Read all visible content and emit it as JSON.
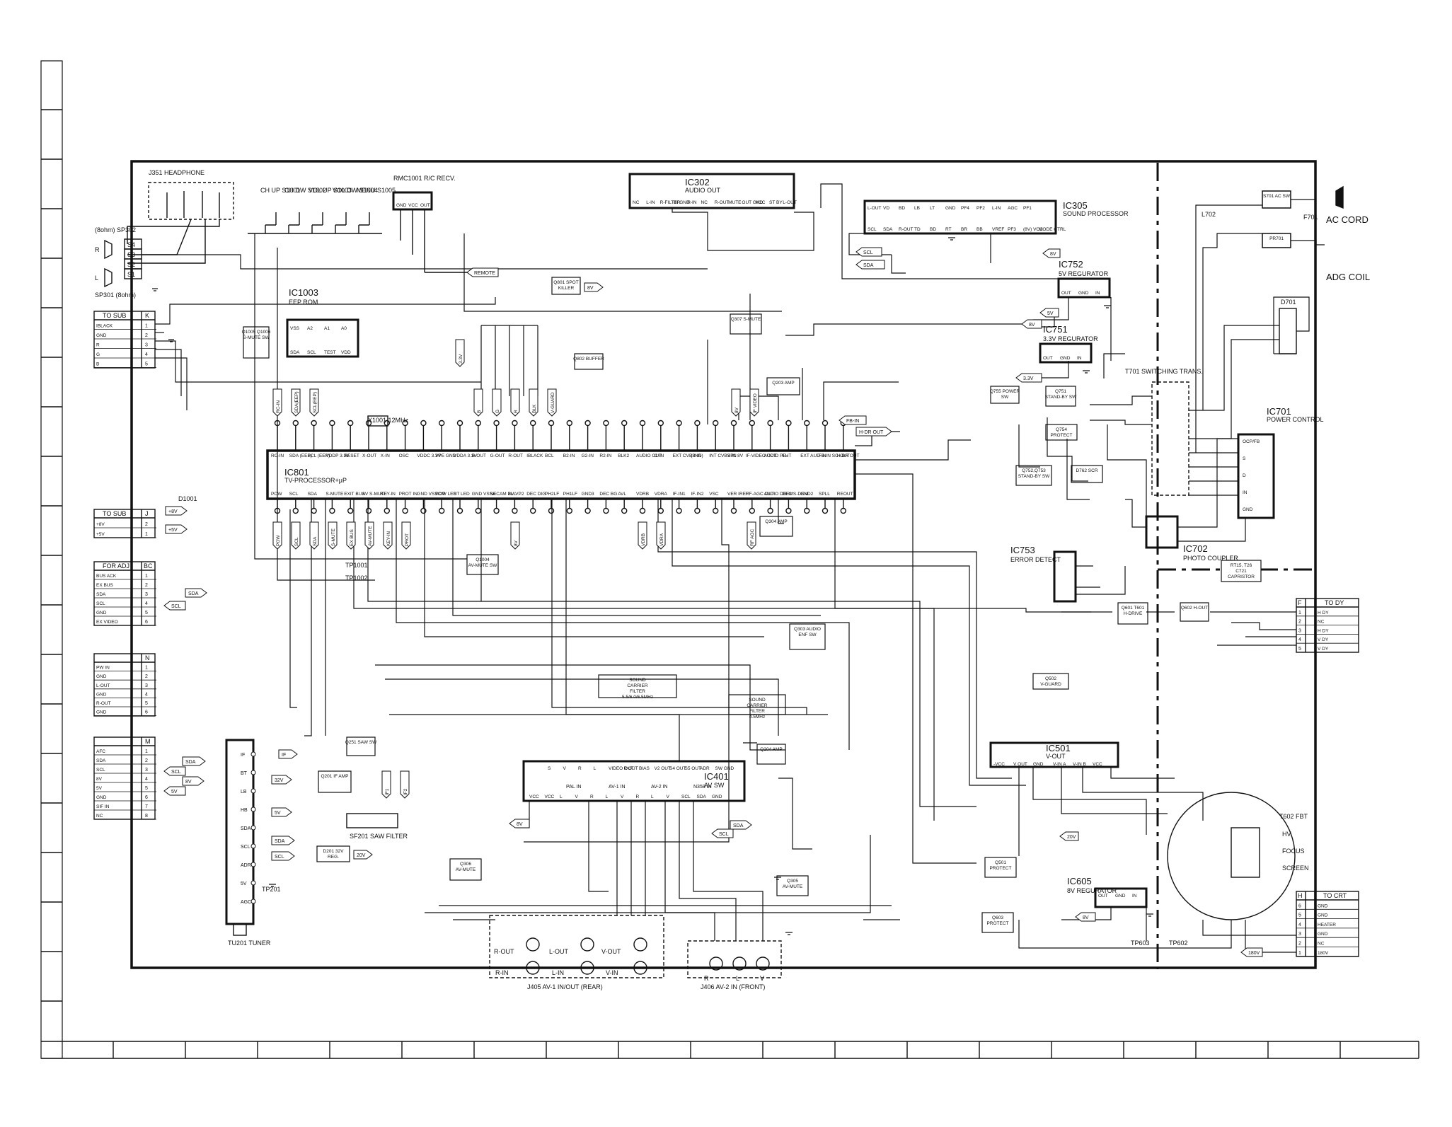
{
  "ics": {
    "ic302": {
      "name": "IC302",
      "desc": "AUDIO OUT",
      "pins": [
        "NC",
        "L-IN",
        "R-FILTER",
        "IN GND",
        "R-IN",
        "NC",
        "R-OUT",
        "MUTE",
        "OUT GND",
        "VCC",
        "ST BY",
        "L-OUT"
      ]
    },
    "ic305": {
      "name": "IC305",
      "desc": "SOUND PROCESSOR",
      "top_pins": [
        "L-OUT",
        "VD",
        "BD",
        "LB",
        "LT",
        "GND",
        "PF4",
        "PF2",
        "L-IN",
        "AGC",
        "PF1"
      ],
      "bottom_pins": [
        "SCL",
        "SDA",
        "R-OUT",
        "TD",
        "BD",
        "RT",
        "BR",
        "BB",
        "VREF",
        "PF3",
        "(8V) VCC",
        "MODE CTRL"
      ]
    },
    "ic1003": {
      "name": "IC1003",
      "desc": "EEP ROM",
      "top_pins": [
        "VSS",
        "A2",
        "A1",
        "A0"
      ],
      "bottom_pins": [
        "SDA",
        "SCL",
        "TEST",
        "VDD"
      ]
    },
    "ic801": {
      "name": "IC801",
      "desc": "TV-PROCESSOR+μP",
      "top_pins": [
        "RC-IN",
        "SDA (EEP)",
        "SCL (EEP)",
        "VDDP 3.3V",
        "RESET",
        "X-OUT",
        "X-IN",
        "OSC",
        "VDDC 3.3V",
        "VPE GND",
        "VDDA 3.3V",
        "B-OUT",
        "G-OUT",
        "R-OUT",
        "IBLACK",
        "BCL",
        "B2-IN",
        "G2-IN",
        "R2-IN",
        "BLK2",
        "AUDIO OUT",
        "C-IN",
        "EXT CVBS-IN",
        "(8ND)",
        "INT CVBS-IN",
        "VP1 8V",
        "IF-VIDEO OUT",
        "AUDIO PLL",
        "EHT",
        "EXT AUD-IN",
        "FB-IN SC-OUT",
        "H-DR OUT"
      ],
      "bottom_pins": [
        "POW",
        "SCL",
        "SDA",
        "S-MUTE",
        "EXIT BUS",
        "AV S-MUTE",
        "KEY-IN",
        "PROT IN",
        "GND VSSC/P",
        "POW LED",
        "ST LED",
        "GND VSSA",
        "SECAM PLL",
        "8V VP2",
        "DEC DIG",
        "PH2LF",
        "PH1LF",
        "GND3",
        "DEC BG",
        "AVL",
        "VDRB",
        "VDRA",
        "IF-IN1",
        "IF-IN2",
        "VSC",
        "VER IREF",
        "RF-AGC OUT",
        "AUDIO DEEM",
        "DEC S-DEM",
        "GND2",
        "SPLL",
        "REOUT"
      ]
    },
    "ic401": {
      "name": "IC401",
      "desc": "AV SW",
      "top_pins": [
        "S",
        "V",
        "R",
        "L",
        "VIDEO OUT",
        "R OUT",
        "BIAS",
        "V2 OUT",
        "S4 OUT",
        "S5 OUT",
        "ADR",
        "SW GND"
      ],
      "bottom_pins": [
        "VCC",
        "VCC",
        "L",
        "V",
        "R",
        "L",
        "V",
        "R",
        "L",
        "V",
        "SCL",
        "SDA",
        "GND"
      ],
      "groups": [
        "PAL IN",
        "AV-1 IN",
        "AV-2 IN",
        "N358 IN"
      ]
    },
    "ic501": {
      "name": "IC501",
      "desc": "V-OUT",
      "pins": [
        "-VCC",
        "V OUT",
        "GND",
        "V-IN A",
        "V-IN B",
        "VCC"
      ]
    },
    "ic752": {
      "name": "IC752",
      "desc": "5V REGURATOR",
      "pins": [
        "OUT",
        "GND",
        "IN"
      ]
    },
    "ic751": {
      "name": "IC751",
      "desc": "3.3V REGURATOR",
      "pins": [
        "OUT",
        "GND",
        "IN"
      ]
    },
    "ic605": {
      "name": "IC605",
      "desc": "8V REGURATOR",
      "pins": [
        "OUT",
        "GND",
        "IN"
      ]
    },
    "ic701": {
      "name": "IC701",
      "desc": "POWER CONTROL",
      "pins": [
        "OCP/FB",
        "S",
        "D",
        "IN",
        "GND"
      ]
    },
    "ic702": {
      "name": "IC702",
      "desc": "PHOTO COUPLER"
    },
    "ic753": {
      "name": "IC753",
      "desc": "ERROR DETECT"
    }
  },
  "blocks": [
    {
      "id": "q801",
      "label": "Q801 SPOT KILLER"
    },
    {
      "id": "q307",
      "label": "Q307 S-MUTE"
    },
    {
      "id": "q802",
      "label": "Q802 BUFFER"
    },
    {
      "id": "q203",
      "label": "Q203 AMP"
    },
    {
      "id": "q1005",
      "label": "Q1005 Q1006 S-MUTE SW"
    },
    {
      "id": "q755",
      "label": "Q755 POWER SW"
    },
    {
      "id": "q751",
      "label": "Q751 STAND-BY SW"
    },
    {
      "id": "q754",
      "label": "Q754 PROTECT"
    },
    {
      "id": "q752",
      "label": "Q752,Q753 STAND-BY SW"
    },
    {
      "id": "d762",
      "label": "D762 SCR"
    },
    {
      "id": "q304",
      "label": "Q304 AMP"
    },
    {
      "id": "q1004",
      "label": "Q1004 AV-MUTE SW"
    },
    {
      "id": "q303",
      "label": "Q303 AUDIO ENF SW"
    },
    {
      "id": "scf1",
      "label": "SOUND CARRIER FILTER 5.5/6.0/6.5MHz"
    },
    {
      "id": "scf2",
      "label": "SOUND CARRIER FILTER 4.5MHz"
    },
    {
      "id": "q502",
      "label": "Q502 V-GUARD"
    },
    {
      "id": "q251",
      "label": "Q251 SAW SW"
    },
    {
      "id": "q201",
      "label": "Q201 IF AMP"
    },
    {
      "id": "d201",
      "label": "D201 32V REG."
    },
    {
      "id": "q204",
      "label": "Q204 AMP"
    },
    {
      "id": "q306",
      "label": "Q306 AV-MUTE"
    },
    {
      "id": "q305",
      "label": "Q305 AV-MUTE"
    },
    {
      "id": "q601",
      "label": "Q601 T601 H-DRIVE"
    },
    {
      "id": "q602",
      "label": "Q602 H-OUT"
    },
    {
      "id": "q501",
      "label": "Q501 PROTECT"
    },
    {
      "id": "q603",
      "label": "Q603 PROTECT"
    },
    {
      "id": "rt15",
      "label": "RT15, T26 C721 CAPRISTOR"
    },
    {
      "id": "s701",
      "label": "S701 AC SW"
    },
    {
      "id": "pr701",
      "label": "PR701"
    }
  ],
  "connectors": [
    {
      "id": "k",
      "title": "TO SUB",
      "code": "K",
      "rows": [
        [
          "IBLACK",
          "1"
        ],
        [
          "GND",
          "2"
        ],
        [
          "R",
          "3"
        ],
        [
          "G",
          "4"
        ],
        [
          "B",
          "5"
        ]
      ]
    },
    {
      "id": "j",
      "title": "TO SUB",
      "code": "J",
      "rows": [
        [
          "+8V",
          "2"
        ],
        [
          "+5V",
          "1"
        ]
      ]
    },
    {
      "id": "bc",
      "title": "FOR ADJ",
      "code": "BC",
      "rows": [
        [
          "BUS ACK",
          "1"
        ],
        [
          "EX BUS",
          "2"
        ],
        [
          "SDA",
          "3"
        ],
        [
          "SCL",
          "4"
        ],
        [
          "GND",
          "5"
        ],
        [
          "EX VIDEO",
          "6"
        ]
      ]
    },
    {
      "id": "n",
      "title": "",
      "code": "N",
      "rows": [
        [
          "PW IN",
          "1"
        ],
        [
          "GND",
          "2"
        ],
        [
          "L-OUT",
          "3"
        ],
        [
          "GND",
          "4"
        ],
        [
          "R-OUT",
          "5"
        ],
        [
          "GND",
          "6"
        ]
      ]
    },
    {
      "id": "m",
      "title": "",
      "code": "M",
      "rows": [
        [
          "AFC",
          "1"
        ],
        [
          "SDA",
          "2"
        ],
        [
          "SCL",
          "3"
        ],
        [
          "8V",
          "4"
        ],
        [
          "5V",
          "5"
        ],
        [
          "GND",
          "6"
        ],
        [
          "SIF IN",
          "7"
        ],
        [
          "NC",
          "8"
        ]
      ]
    },
    {
      "id": "f",
      "title": "TO DY",
      "code": "F",
      "rows": [
        [
          "1",
          "H DY"
        ],
        [
          "2",
          "NC"
        ],
        [
          "3",
          "H DY"
        ],
        [
          "4",
          "V DY"
        ],
        [
          "5",
          "V DY"
        ]
      ]
    },
    {
      "id": "h",
      "title": "TO CRT",
      "code": "H",
      "rows": [
        [
          "6",
          "GND"
        ],
        [
          "5",
          "GND"
        ],
        [
          "4",
          "HEATER"
        ],
        [
          "3",
          "GND"
        ],
        [
          "2",
          "NC"
        ],
        [
          "1",
          "180V"
        ]
      ]
    }
  ],
  "switches": {
    "labels": [
      "CH UP S1001",
      "CH DW S1002",
      "VOL UP S1003",
      "VOL DW S1004",
      "MENU S1005"
    ]
  },
  "headphone": {
    "title": "J351 HEADPHONE",
    "pins": [
      "S4",
      "S3",
      "S2",
      "S1"
    ],
    "sp302": "(8ohm) SP302",
    "sp301": "SP301 (8ohm)",
    "r": "R",
    "l": "L"
  },
  "rmc": {
    "title": "RMC1001 R/C RECV.",
    "pins": [
      "GND",
      "VCC",
      "OUT"
    ]
  },
  "tuner": {
    "title": "TU201 TUNER",
    "pins": [
      "IF",
      "BT",
      "LB",
      "HB",
      "SDA",
      "SCL",
      "ADR",
      "5V",
      "AGC"
    ],
    "tp": "TP201"
  },
  "saw": {
    "title": "SF201 SAW FILTER"
  },
  "xtal": {
    "label": "X1001 12MHz"
  },
  "misc": {
    "tp1001": "TP1001",
    "tp1002": "TP1002",
    "d1001": "D1001",
    "tp603": "TP603",
    "tp602": "TP602",
    "j405": "J405 AV-1 IN/OUT (REAR)",
    "j406": "J406 AV-2 IN (FRONT)",
    "jack_rear": [
      "R-OUT",
      "L-OUT",
      "V-OUT",
      "R-IN",
      "L-IN",
      "V-IN"
    ],
    "jack_front": [
      "R",
      "L",
      "V"
    ],
    "t701": "T701 SWITCHING TRANS.",
    "t602": "T602 FBT",
    "fbt_out": [
      "HV",
      "FOCUS",
      "SCREEN"
    ],
    "d701": "D701",
    "l702": "L702",
    "f701": "F701",
    "ac_cord": "AC CORD",
    "adg_coil": "ADG COIL"
  },
  "signals": {
    "remote": "REMOTE",
    "8v": "8V",
    "5v": "5V",
    "3v3": "3.3V",
    "sda": "SDA",
    "scl": "SCL",
    "fbin": "FB-IN",
    "hdrout": "H-DR OUT",
    "20v": "20V",
    "32v": "32V",
    "180v": "180V",
    "if": "IF",
    "ic801_in": [
      "RC-IN",
      "SDA(EEP)",
      "SCL(EEP)",
      "B",
      "G",
      "R",
      "BLK",
      "V-GUARD",
      "8V",
      "IF VIDEO"
    ],
    "ic801_out": [
      "POW",
      "SCL",
      "SDA",
      "S-MUTE",
      "EX BUS",
      "AV-MUTE",
      "KEY-IN",
      "PROT",
      "8V",
      "VDRB",
      "VDRA",
      "RF AGC"
    ],
    "tuner_sig": [
      "32V",
      "5V",
      "SDA",
      "SCL",
      "20V",
      "IF"
    ],
    "saw_sig": [
      "IF1",
      "IF2"
    ]
  }
}
